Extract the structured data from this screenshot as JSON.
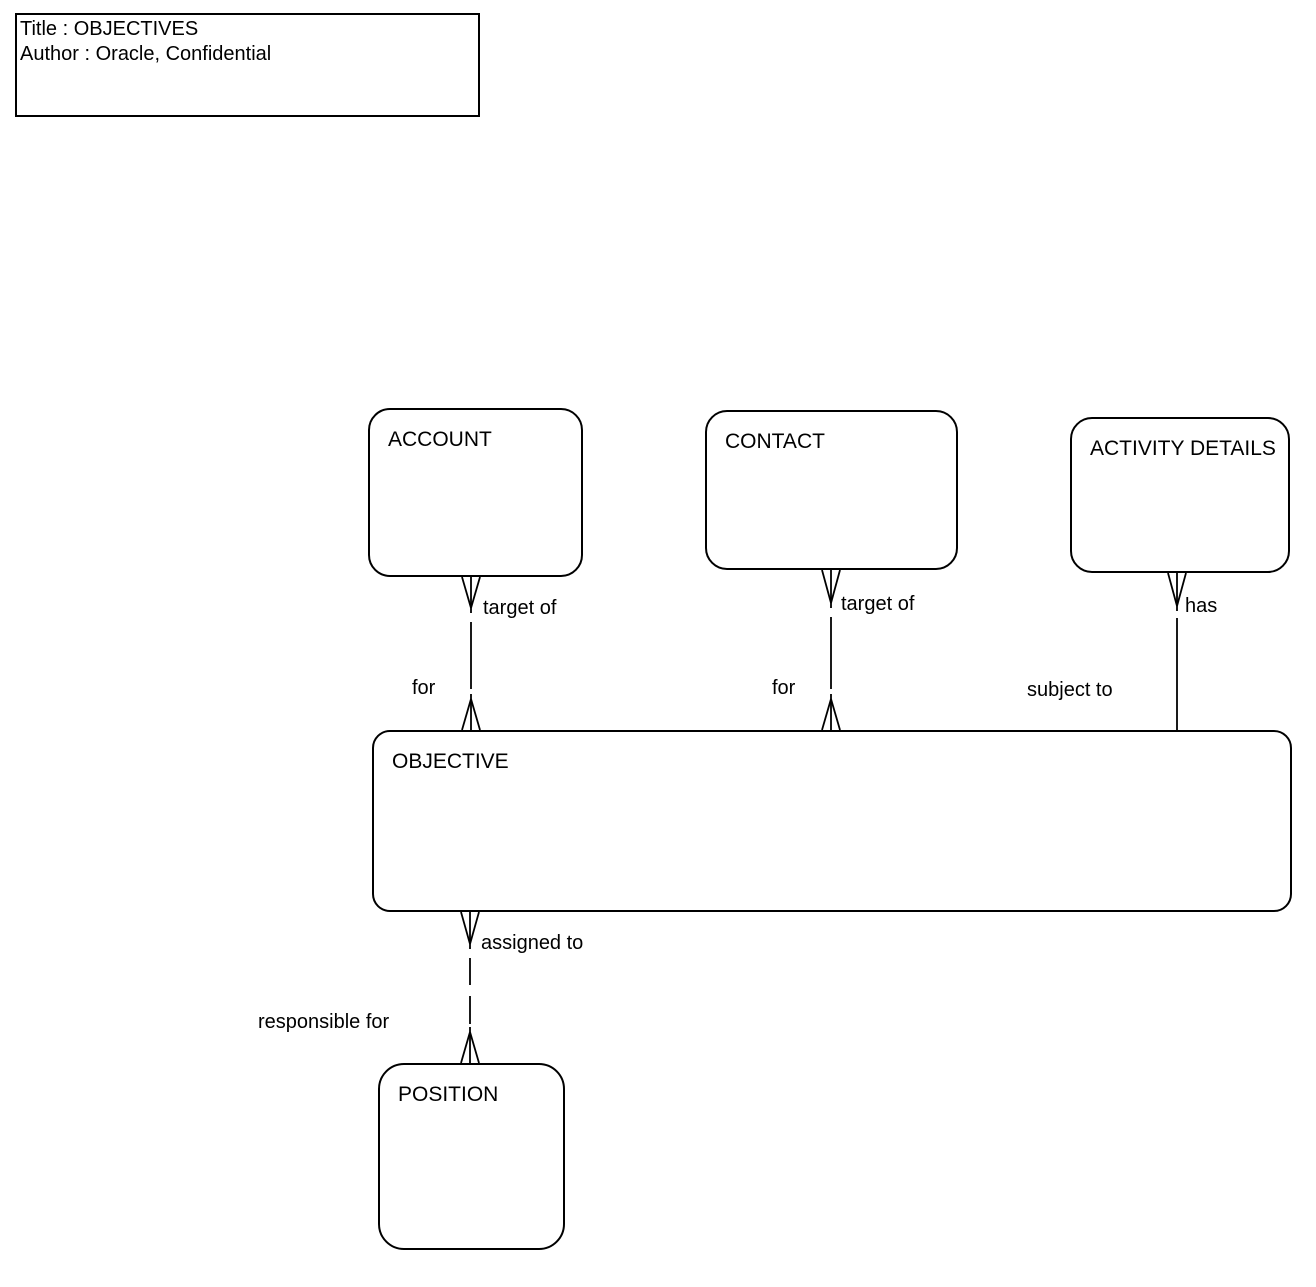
{
  "title_block": {
    "title": "Title : OBJECTIVES",
    "author": "Author : Oracle, Confidential"
  },
  "entities": {
    "account": {
      "label": "ACCOUNT"
    },
    "contact": {
      "label": "CONTACT"
    },
    "activity_details": {
      "label": "ACTIVITY DETAILS"
    },
    "objective": {
      "label": "OBJECTIVE"
    },
    "position": {
      "label": "POSITION"
    }
  },
  "relationships": {
    "objective_account": {
      "label_near_account": "target of",
      "label_near_objective": "for",
      "account_end": "crow-foot",
      "objective_end": "crow-foot",
      "line_style": "dashed"
    },
    "objective_contact": {
      "label_near_contact": "target of",
      "label_near_objective": "for",
      "contact_end": "crow-foot",
      "objective_end": "crow-foot",
      "line_style": "dashed"
    },
    "objective_activity_details": {
      "label_near_activity_details": "has",
      "label_near_objective": "subject to",
      "activity_details_end": "crow-foot",
      "objective_end": "plain",
      "line_style": "solid"
    },
    "objective_position": {
      "label_near_objective": "assigned to",
      "label_near_position": "responsible for",
      "objective_end": "crow-foot",
      "position_end": "crow-foot",
      "line_style": "dashed"
    }
  },
  "colors": {
    "ink": "#000000",
    "background": "#ffffff"
  }
}
